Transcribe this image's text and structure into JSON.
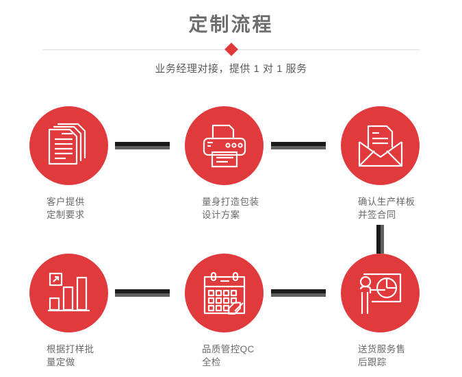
{
  "header": {
    "title": "定制流程",
    "subtitle": "业务经理对接，提供 1 对 1 服务",
    "divider_icon": "diamond-marker",
    "title_color": "#6e6e70",
    "accent_color": "#e03a3c"
  },
  "flow": {
    "steps": [
      {
        "index": 1,
        "icon": "documents-stack-icon",
        "label": "客户提供\n定制要求"
      },
      {
        "index": 2,
        "icon": "printer-icon",
        "label": "量身打造包装\n设计方案"
      },
      {
        "index": 3,
        "icon": "open-envelope-letter-icon",
        "label": "确认生产样板\n并签合同"
      },
      {
        "index": 4,
        "icon": "bar-chart-growth-icon",
        "label": "根据打样批\n量定做"
      },
      {
        "index": 5,
        "icon": "calendar-check-icon",
        "label": "品质管控QC\n全检"
      },
      {
        "index": 6,
        "icon": "presenter-pie-chart-icon",
        "label": "送货服务售\n后跟踪"
      }
    ],
    "connectors": {
      "horizontal_color": "#1b1b1b",
      "shadow_color": "#5f5f5f",
      "vertical_color": "#1b1b1b"
    },
    "circle_color": "#e03a3c",
    "label_color": "#6a6a6c"
  }
}
